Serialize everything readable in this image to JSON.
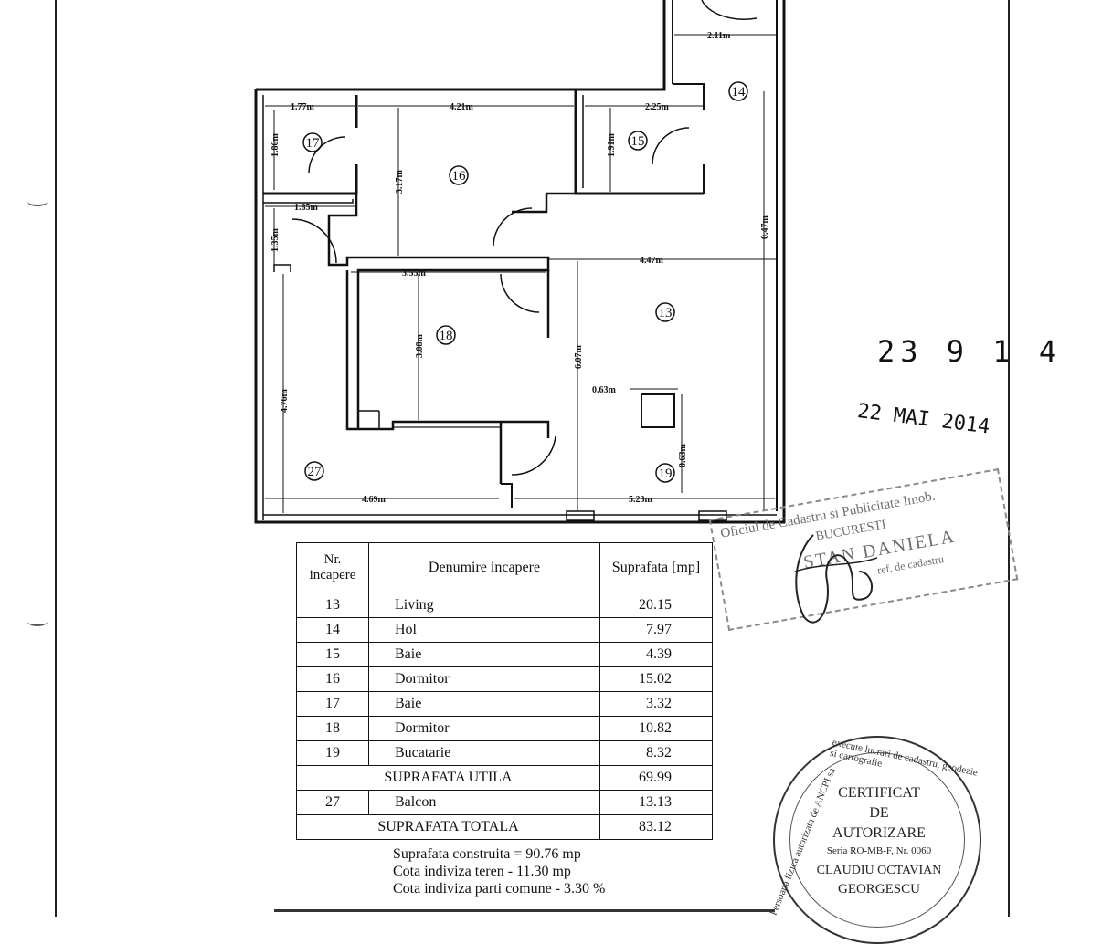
{
  "plan": {
    "dimensions": [
      "2.11m",
      "1.77m",
      "4.21m",
      "2.25m",
      "1.86m",
      "3.17m",
      "1.91m",
      "1.85m",
      "1.35m",
      "4.47m",
      "0.47m",
      "3.55m",
      "3.08m",
      "6.07m",
      "4.76m",
      "0.63m",
      "0.63m",
      "4.69m",
      "5.23m"
    ],
    "rooms": [
      "14",
      "17",
      "16",
      "15",
      "13",
      "18",
      "27",
      "19"
    ]
  },
  "table": {
    "header": {
      "nr": "Nr. incapere",
      "name": "Denumire incapere",
      "area": "Suprafata [mp]"
    },
    "rows": [
      {
        "nr": "13",
        "name": "Living",
        "area": "20.15"
      },
      {
        "nr": "14",
        "name": "Hol",
        "area": "7.97"
      },
      {
        "nr": "15",
        "name": "Baie",
        "area": "4.39"
      },
      {
        "nr": "16",
        "name": "Dormitor",
        "area": "15.02"
      },
      {
        "nr": "17",
        "name": "Baie",
        "area": "3.32"
      },
      {
        "nr": "18",
        "name": "Dormitor",
        "area": "10.82"
      },
      {
        "nr": "19",
        "name": "Bucatarie",
        "area": "8.32"
      }
    ],
    "useful": {
      "label": "SUPRAFATA UTILA",
      "area": "69.99"
    },
    "balcony": {
      "nr": "27",
      "name": "Balcon",
      "area": "13.13"
    },
    "total": {
      "label": "SUPRAFATA TOTALA",
      "area": "83.12"
    }
  },
  "notes": {
    "built": "Suprafata construita = 90.76 mp",
    "land": "Cota indiviza teren - 11.30 mp",
    "common": "Cota indiviza parti comune - 3.30 %"
  },
  "registration": {
    "number": "23 9 1 4",
    "date": "22 MAI 2014"
  },
  "stamp_rect": {
    "line1": "Oficiul de Cadastru si Publicitate Imob.",
    "line2": "BUCURESTI",
    "line3": "STAN DANIELA",
    "line4": "ref. de cadastru"
  },
  "stamp_round": {
    "line1": "CERTIFICAT",
    "line2": "DE",
    "line3": "AUTORIZARE",
    "line4": "Seria RO-MB-F, Nr. 0060",
    "line5": "CLAUDIU OCTAVIAN",
    "line6": "GEORGESCU",
    "arc_left": "Persoana fizica autorizata de ANCPI sa",
    "arc_right": "execute lucrari de cadastru, geodezie si cartografie"
  }
}
